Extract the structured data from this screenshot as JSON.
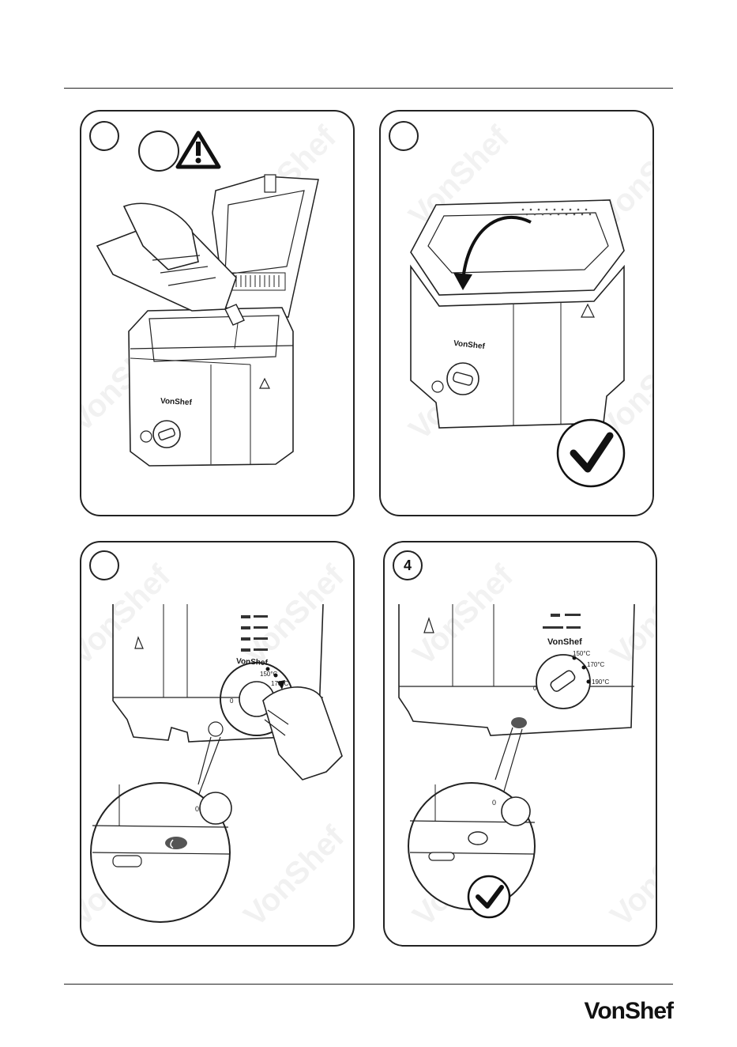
{
  "brand": "VonShef",
  "watermark": "VonShef",
  "panels": [
    {
      "step": "",
      "fryer_brand": "VonShef"
    },
    {
      "step": "",
      "fryer_brand": "VonShef"
    },
    {
      "step": "",
      "fryer_brand": "VonShef",
      "dial": {
        "zero": "0",
        "t1": "150°C",
        "t2": "170°C"
      }
    },
    {
      "step": "4",
      "fryer_brand": "VonShef",
      "dial": {
        "zero": "0",
        "t1": "150°C",
        "t2": "170°C",
        "t3": "190°C"
      }
    }
  ],
  "icons": {
    "warning": "warning-triangle-icon",
    "check": "checkmark-icon"
  },
  "colors": {
    "line": "#222222",
    "indicator": "#555555"
  }
}
